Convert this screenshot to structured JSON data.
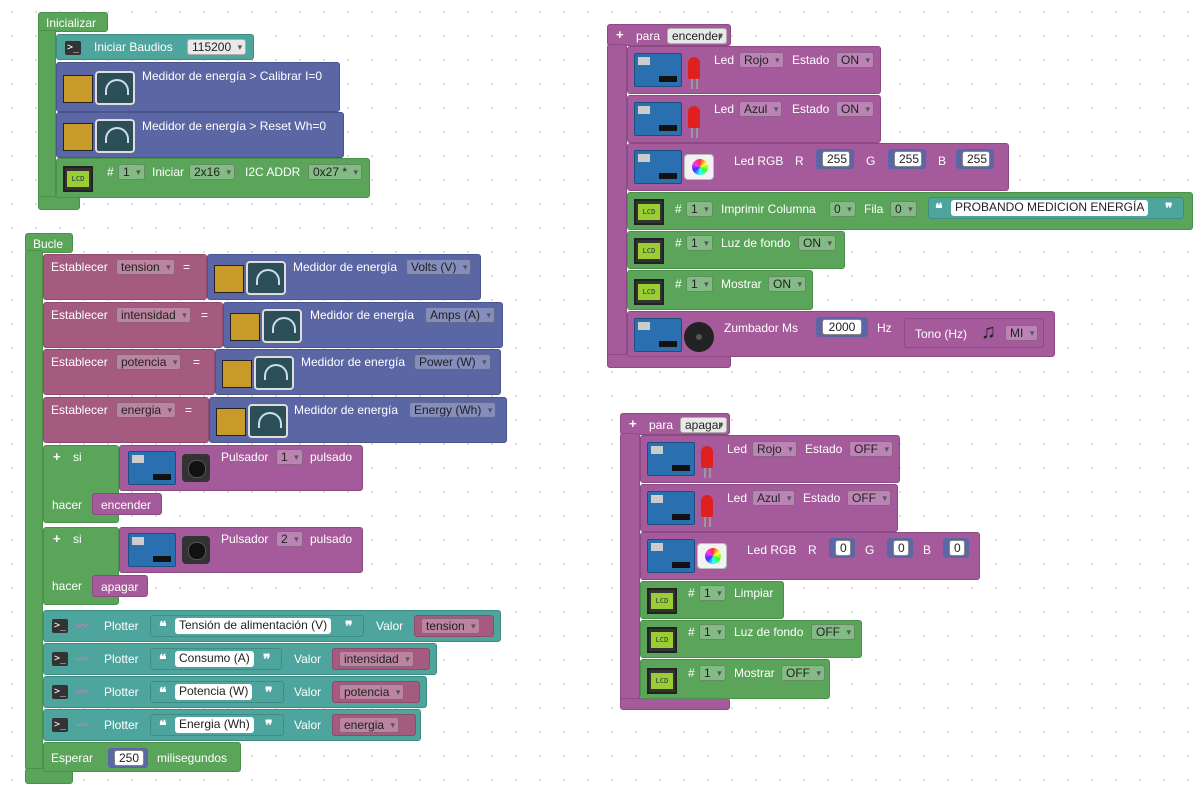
{
  "colors": {
    "control": "#5ba55b",
    "function": "#a55b9b",
    "serial": "#4ea59d",
    "sensor": "#5b67a5",
    "variable": "#a55b80"
  },
  "init": {
    "title": "Inicializar",
    "serial": {
      "label": "Iniciar  Baudios",
      "baud": "115200"
    },
    "cal": "Medidor de energía > Calibrar I=0",
    "reset": "Medidor de energía > Reset Wh=0",
    "lcd": {
      "hash": "#",
      "num": "1",
      "init": "Iniciar",
      "size": "2x16",
      "i2c": "I2C ADDR",
      "addr": "0x27 *"
    }
  },
  "loop": {
    "title": "Bucle",
    "sets": [
      {
        "label": "Establecer",
        "var": "tension",
        "eq": "=",
        "meter": "Medidor de energía",
        "unit": "Volts (V)"
      },
      {
        "label": "Establecer",
        "var": "intensidad",
        "eq": "=",
        "meter": "Medidor de energía",
        "unit": "Amps (A)"
      },
      {
        "label": "Establecer",
        "var": "potencia",
        "eq": "=",
        "meter": "Medidor de energía",
        "unit": "Power (W)"
      },
      {
        "label": "Establecer",
        "var": "energia",
        "eq": "=",
        "meter": "Medidor de energía",
        "unit": "Energy (Wh)"
      }
    ],
    "ifs": [
      {
        "si": "si",
        "puls": "Pulsador",
        "num": "1",
        "pulsado": "pulsado",
        "hacer": "hacer",
        "call": "encender"
      },
      {
        "si": "si",
        "puls": "Pulsador",
        "num": "2",
        "pulsado": "pulsado",
        "hacer": "hacer",
        "call": "apagar"
      }
    ],
    "plots": [
      {
        "label": "Plotter",
        "text": "Tensión de alimentación (V)",
        "valor": "Valor",
        "var": "tension"
      },
      {
        "label": "Plotter",
        "text": "Consumo (A)",
        "valor": "Valor",
        "var": "intensidad"
      },
      {
        "label": "Plotter",
        "text": "Potencia (W)",
        "valor": "Valor",
        "var": "potencia"
      },
      {
        "label": "Plotter",
        "text": "Energia (Wh)",
        "valor": "Valor",
        "var": "energia"
      }
    ],
    "wait": {
      "label": "Esperar",
      "ms": "250",
      "unit": "milisegundos"
    }
  },
  "encender": {
    "para": "para",
    "name": "encender",
    "led1": {
      "led": "Led",
      "color": "Rojo",
      "estado": "Estado",
      "val": "ON"
    },
    "led2": {
      "led": "Led",
      "color": "Azul",
      "estado": "Estado",
      "val": "ON"
    },
    "rgb": {
      "label": "Led RGB",
      "r": "R",
      "rv": "255",
      "g": "G",
      "gv": "255",
      "b": "B",
      "bv": "255"
    },
    "print": {
      "hash": "#",
      "num": "1",
      "label": "Imprimir  Columna",
      "col": "0",
      "fila": "Fila",
      "row": "0",
      "text": "PROBANDO MEDICION ENERGÍA"
    },
    "light": {
      "hash": "#",
      "num": "1",
      "label": "Luz de fondo",
      "val": "ON"
    },
    "show": {
      "hash": "#",
      "num": "1",
      "label": "Mostrar",
      "val": "ON"
    },
    "buzz": {
      "label": "Zumbador  Ms",
      "ms": "2000",
      "hz": "Hz",
      "tono": "Tono (Hz)",
      "note": "MI"
    }
  },
  "apagar": {
    "para": "para",
    "name": "apagar",
    "led1": {
      "led": "Led",
      "color": "Rojo",
      "estado": "Estado",
      "val": "OFF"
    },
    "led2": {
      "led": "Led",
      "color": "Azul",
      "estado": "Estado",
      "val": "OFF"
    },
    "rgb": {
      "label": "Led RGB",
      "r": "R",
      "rv": "0",
      "g": "G",
      "gv": "0",
      "b": "B",
      "bv": "0"
    },
    "clear": {
      "hash": "#",
      "num": "1",
      "label": "Limpiar"
    },
    "light": {
      "hash": "#",
      "num": "1",
      "label": "Luz de fondo",
      "val": "OFF"
    },
    "show": {
      "hash": "#",
      "num": "1",
      "label": "Mostrar",
      "val": "OFF"
    }
  }
}
